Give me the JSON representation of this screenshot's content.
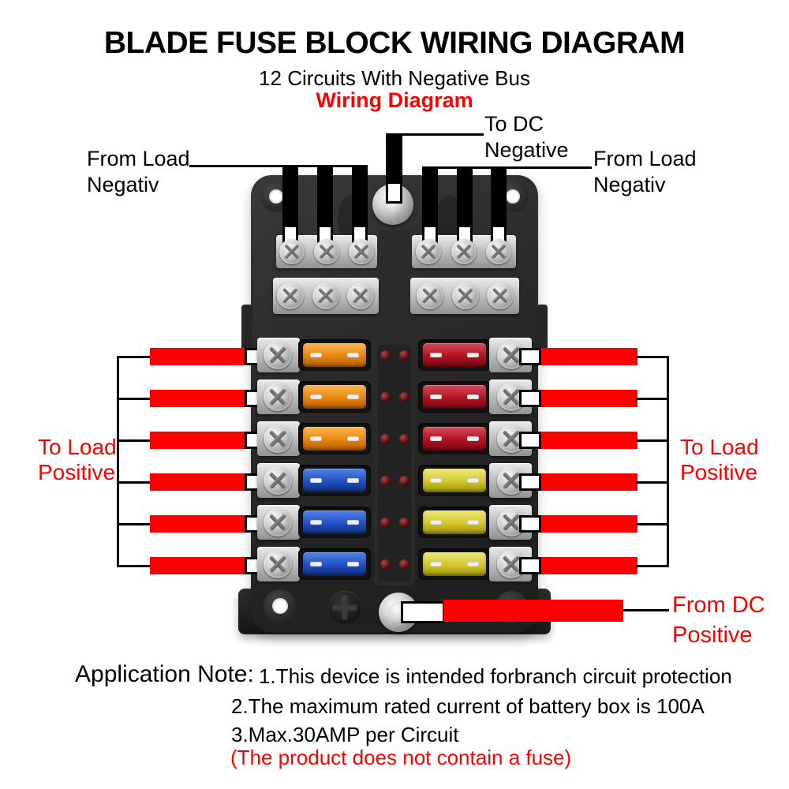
{
  "header": {
    "title": "BLADE FUSE BLOCK WIRING DIAGRAM",
    "subtitle": "12 Circuits With Negative Bus",
    "subtitle_red": "Wiring Diagram"
  },
  "labels": {
    "to_dc_negative": [
      "To DC",
      "Negative"
    ],
    "from_load_left": [
      "From Load",
      "Negativ"
    ],
    "from_load_right": [
      "From Load",
      "Negativ"
    ],
    "to_load_left": [
      "To Load",
      "Positive"
    ],
    "to_load_right": [
      "To Load",
      "Positive"
    ],
    "from_dc_positive": [
      "From DC",
      "Positive"
    ]
  },
  "notes": {
    "heading": "Application Note:",
    "items": [
      "1.This device is intended forbranch circuit protection",
      "2.The maximum rated current of battery box is 100A",
      "3.Max.30AMP per Circuit"
    ],
    "warning": "(The product does not contain a fuse)"
  },
  "colors": {
    "annotation_red": "#FF0000",
    "wire_black": "#000000",
    "wire_red": "#FF0000",
    "fuse": {
      "orange": {
        "base": "#E8860D",
        "light": "#F7AE45",
        "dark": "#B05E06"
      },
      "red": {
        "base": "#B01220",
        "light": "#D04050",
        "dark": "#7A0A14"
      },
      "blue": {
        "base": "#1F4FC4",
        "light": "#4A79E0",
        "dark": "#123077"
      },
      "yellow": {
        "base": "#D2C62A",
        "light": "#EAE26A",
        "dark": "#9C9410"
      }
    },
    "led": {
      "base": "#5A1212",
      "glow": "#B24848"
    }
  },
  "fuse_block": {
    "rows": 6,
    "left_fuse_colors": [
      "orange",
      "orange",
      "orange",
      "blue",
      "blue",
      "blue"
    ],
    "right_fuse_colors": [
      "red",
      "red",
      "red",
      "yellow",
      "yellow",
      "yellow"
    ]
  }
}
